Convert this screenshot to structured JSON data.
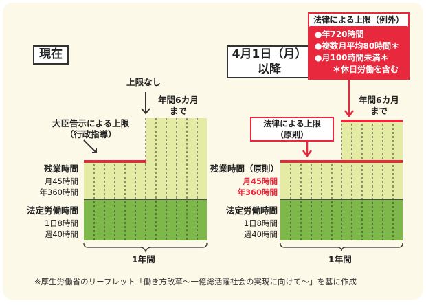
{
  "left": {
    "label": "現在",
    "upper_note": "上限なし",
    "year_six": "年間6カ月\nまで",
    "minister_notice": "大臣告示による上限\n（行政指導）",
    "overtime_title": "残業時間",
    "overtime_month": "月45時間",
    "overtime_year": "年360時間",
    "legal_title": "法定労働時間",
    "legal_day": "1日8時間",
    "legal_week": "週40時間",
    "axis": "1年間"
  },
  "right": {
    "label": "4月1日（月）\n以降",
    "exception_title": "法律による上限（例外）",
    "exception_items": [
      "●年720時間",
      "●複数月平均80時間＊",
      "●月100時間未満＊",
      "＊休日労働を含む"
    ],
    "year_six": "年間6カ月\nまで",
    "principle": "法律による上限\n（原則）",
    "overtime_title": "残業時間（原則）",
    "overtime_month": "月45時間",
    "overtime_year": "年360時間",
    "legal_title": "法定労働時間",
    "legal_day": "1日8時間",
    "legal_week": "週40時間",
    "axis": "1年間"
  },
  "footnote": "※厚生労働省のリーフレット「働き方改革〜一億総活躍社会の実現に向けて〜」を基に作成",
  "colors": {
    "light_green": "#e3eba5",
    "dark_green": "#7eb84a",
    "red": "#e8283c",
    "background": "#fdf9e8"
  }
}
